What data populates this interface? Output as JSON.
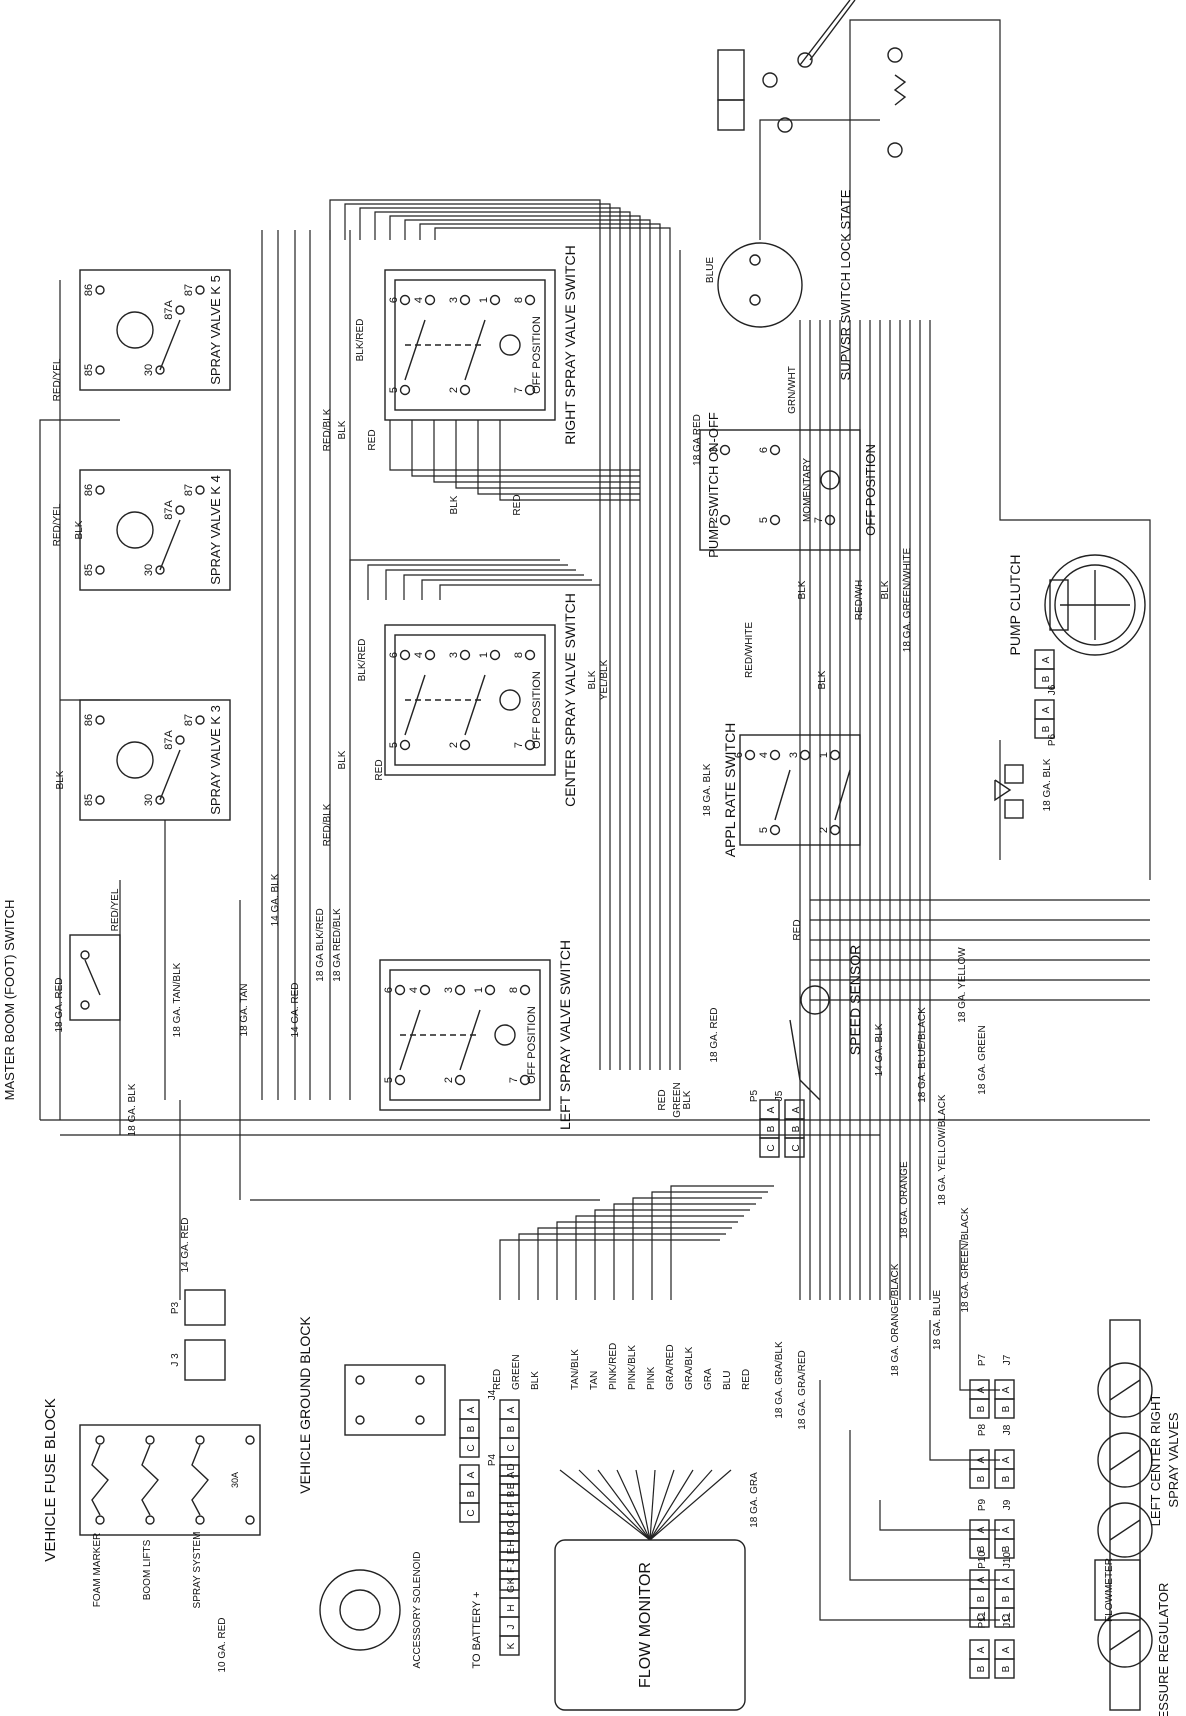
{
  "components": {
    "master_boom_switch": "MASTER BOOM (FOOT) SWITCH",
    "vehicle_fuse_block": "VEHICLE FUSE BLOCK",
    "vehicle_ground_block": "VEHICLE GROUND BLOCK",
    "accessory_solenoid": "ACCESSORY SOLENOID",
    "to_battery": "TO BATTERY +",
    "flow_monitor": "FLOW MONITOR",
    "flowmeter": "FLOWMETER",
    "pressure_regulator": "PRESSURE REGULATOR",
    "spray_valves_caption": "LEFT  CENTER  RIGHT",
    "spray_valves_caption2": "SPRAY VALVES",
    "speed_sensor": "SPEED SENSOR",
    "pump_clutch": "PUMP CLUTCH",
    "left_switch": "LEFT SPRAY VALVE SWITCH",
    "center_switch": "CENTER SPRAY VALVE SWITCH",
    "right_switch": "RIGHT SPRAY VALVE SWITCH",
    "appl_rate_switch": "APPL RATE SWITCH",
    "pump_switch": "PUMP SWITCH ON-OFF",
    "supvsr_switch": "SUPVSR SWITCH LOCK STATE",
    "k3": "SPRAY VALVE K 3",
    "k4": "SPRAY VALVE K 4",
    "k5": "SPRAY VALVE K 5",
    "off_position": "OFF POSITION",
    "momentary": "MOMENTARY"
  },
  "fuse_labels": [
    "FOAM MARKER",
    "BOOM LIFTS",
    "SPRAY SYSTEM"
  ],
  "fuse_rating": "30A",
  "relay_pins": [
    "85",
    "86",
    "87A",
    "87",
    "30"
  ],
  "switch_pins": [
    "6",
    "4",
    "3",
    "1",
    "8",
    "5",
    "2",
    "7"
  ],
  "pump_switch_pins": [
    "3",
    "6",
    "2",
    "5",
    "7"
  ],
  "appl_pins": [
    "6",
    "4",
    "3",
    "1",
    "5",
    "2"
  ],
  "connectors": {
    "j3": "J 3",
    "p3": "P3",
    "j4": "J4",
    "p4": "P4",
    "j5": "J5",
    "p5": "P5",
    "j6": "J6",
    "p6": "P6",
    "j7": "J7",
    "p7": "P7",
    "j8": "J8",
    "p8": "P8",
    "j9": "J9",
    "p9": "P9",
    "j10": "J10",
    "p10": "P10",
    "j11": "J11",
    "p11": "P11"
  },
  "pin_letters": [
    "A",
    "B",
    "C",
    "D",
    "E",
    "F",
    "G",
    "H",
    "J",
    "K"
  ],
  "j4_wires": [
    "TAN/BLK",
    "TAN",
    "PINK/RED",
    "PINK/BLK",
    "PINK",
    "GRA/RED",
    "GRA/BLK",
    "GRA",
    "BLU",
    "RED"
  ],
  "j5_wires": [
    "RED",
    "GREEN",
    "BLK"
  ],
  "wires": {
    "ga18_red": "18 GA. RED",
    "ga18_blk": "18 GA. BLK",
    "ga18_tanblk": "18 GA. TAN/BLK",
    "ga18_tan": "18 GA. TAN",
    "ga14_red": "14 GA. RED",
    "ga14_blk": "14 GA. BLK",
    "ga18_blkred": "18 GA BLK/RED",
    "ga18_redblk": "18 GA RED/BLK",
    "ga10_red": "10 GA. RED",
    "ga14_red_p3": "14 GA. RED",
    "ga18_gra": "18 GA. GRA",
    "ga18_grablk": "18 GA. GRA/BLK",
    "ga18_grared": "18 GA. GRA/RED",
    "ga18_orangeblack": "18 GA. ORANGE/BLACK",
    "ga18_orange": "18 GA. ORANGE",
    "ga18_blue": "18 GA. BLUE",
    "ga18_blueblack": "18 GA. BLUE/BLACK",
    "ga18_yellowblack": "18 GA. YELLOW/BLACK",
    "ga18_yellow": "18 GA. YELLOW",
    "ga18_greenblack": "18 GA. GREEN/BLACK",
    "ga18_green": "18 GA. GREEN",
    "ga18_greenwhite": "18 GA. GREEN/WHITE",
    "ga18_red2": "18 GA. RED",
    "ga18_blk2": "18 GA. BLK",
    "ga14_blk2": "14 GA. BLK",
    "ga18_red3": "18 GA RED",
    "ga18_blk3": "18 GA. BLK",
    "red_yel": "RED/YEL",
    "blk": "BLK",
    "red": "RED",
    "red_blk": "RED/BLK",
    "blk_red": "BLK/RED",
    "yel_blk": "YEL/BLK",
    "red_white": "RED/WHITE",
    "red_wh": "RED/WH",
    "grn_wht": "GRN/WHT",
    "blue": "BLUE",
    "green": "GREEN"
  }
}
